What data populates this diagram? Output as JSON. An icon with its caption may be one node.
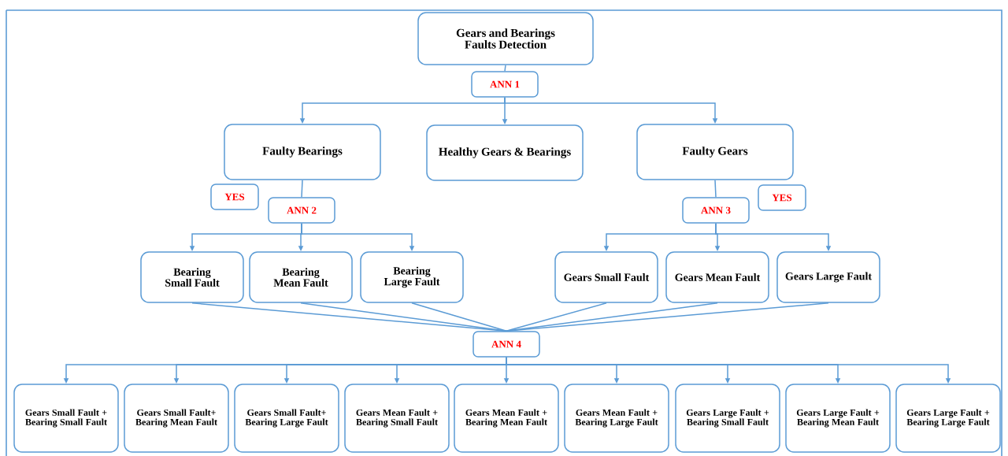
{
  "diagram": {
    "nodes": [
      {
        "text": [
          "Gears and Bearings Faults Detection"
        ]
      },
      {
        "text": [
          "ANN 1"
        ]
      },
      {
        "text": [
          "Faulty Bearings"
        ]
      },
      {
        "text": [
          "Healthy Gears & Bearings"
        ]
      },
      {
        "text": [
          "Faulty Gears"
        ]
      },
      {
        "text": [
          "YES"
        ]
      },
      {
        "text": [
          "ANN 2"
        ]
      },
      {
        "text": [
          "ANN 3"
        ]
      },
      {
        "text": [
          "YES"
        ]
      },
      {
        "text": [
          "Bearing Small Fault"
        ]
      },
      {
        "text": [
          "Bearing Mean Fault"
        ]
      },
      {
        "text": [
          "Bearing Large Fault"
        ]
      },
      {
        "text": [
          "Gears Small Fault"
        ]
      },
      {
        "text": [
          "Gears Mean Fault"
        ]
      },
      {
        "text": [
          "Gears Large Fault"
        ]
      },
      {
        "text": [
          "ANN 4"
        ]
      },
      {
        "text": [
          "Gears Small Fault + Bearing Small Fault"
        ]
      },
      {
        "text": [
          "Gears Small Fault+ Bearing Mean Fault"
        ]
      },
      {
        "text": [
          "Gears Small Fault+ Bearing Large Fault"
        ]
      },
      {
        "text": [
          "Gears Mean Fault + Bearing Small Fault"
        ]
      },
      {
        "text": [
          "Gears Mean Fault + Bearing Mean Fault"
        ]
      },
      {
        "text": [
          "Gears Mean Fault + Bearing Large Fault"
        ]
      },
      {
        "text": [
          "Gears Large Fault + Bearing Small Fault"
        ]
      },
      {
        "text": [
          "Gears Large Fault + Bearing Mean Fault"
        ]
      },
      {
        "text": [
          "Gears Large Fault + Bearing Large Fault"
        ]
      }
    ],
    "edges": [
      {
        "from": 0,
        "to": 1,
        "arrow": "none"
      },
      {
        "from": 1,
        "to": 2,
        "arrow": "to"
      },
      {
        "from": 1,
        "to": 3,
        "arrow": "to"
      },
      {
        "from": 1,
        "to": 4,
        "arrow": "to"
      },
      {
        "from": 2,
        "to": 6,
        "arrow": "none"
      },
      {
        "from": 4,
        "to": 7,
        "arrow": "none"
      },
      {
        "from": 6,
        "to": 9,
        "arrow": "to"
      },
      {
        "from": 6,
        "to": 10,
        "arrow": "to"
      },
      {
        "from": 6,
        "to": 11,
        "arrow": "to"
      },
      {
        "from": 7,
        "to": 12,
        "arrow": "to"
      },
      {
        "from": 7,
        "to": 13,
        "arrow": "to"
      },
      {
        "from": 7,
        "to": 14,
        "arrow": "to"
      },
      {
        "from": 9,
        "to": 15,
        "arrow": "none"
      },
      {
        "from": 10,
        "to": 15,
        "arrow": "none"
      },
      {
        "from": 11,
        "to": 15,
        "arrow": "none"
      },
      {
        "from": 12,
        "to": 15,
        "arrow": "none"
      },
      {
        "from": 13,
        "to": 15,
        "arrow": "none"
      },
      {
        "from": 14,
        "to": 15,
        "arrow": "none"
      },
      {
        "from": 15,
        "to": 16,
        "arrow": "to"
      },
      {
        "from": 15,
        "to": 17,
        "arrow": "to"
      },
      {
        "from": 15,
        "to": 18,
        "arrow": "to"
      },
      {
        "from": 15,
        "to": 19,
        "arrow": "to"
      },
      {
        "from": 15,
        "to": 20,
        "arrow": "to"
      },
      {
        "from": 15,
        "to": 21,
        "arrow": "to"
      },
      {
        "from": 15,
        "to": 22,
        "arrow": "to"
      },
      {
        "from": 15,
        "to": 23,
        "arrow": "to"
      },
      {
        "from": 15,
        "to": 24,
        "arrow": "to"
      }
    ]
  }
}
